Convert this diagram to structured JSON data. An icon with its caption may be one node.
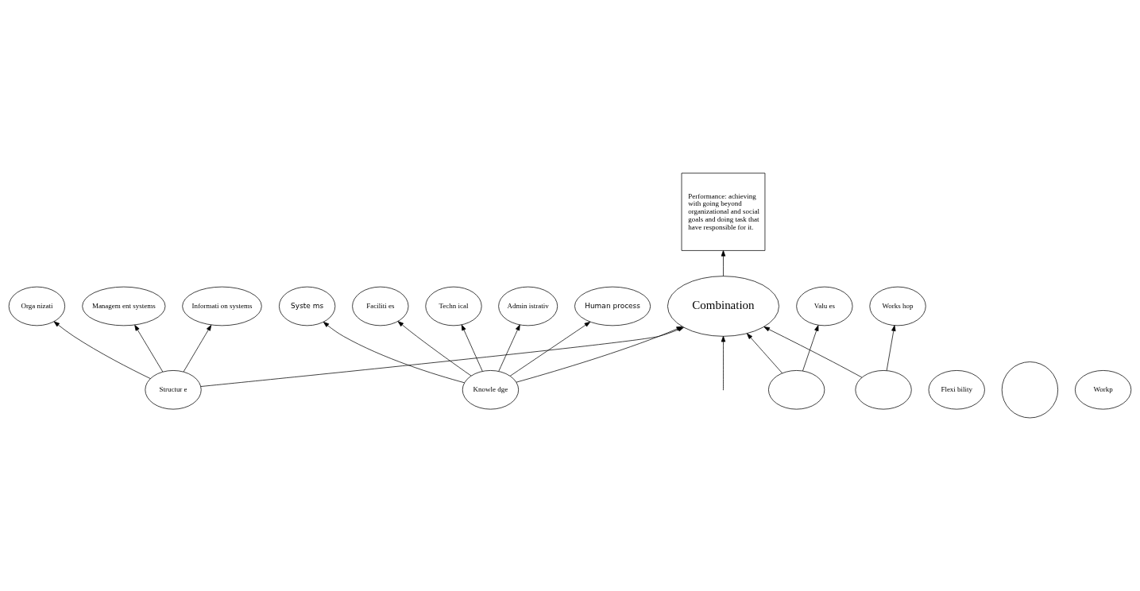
{
  "diagram": {
    "nodes": [
      {
        "text": [
          "Orga nizati"
        ]
      },
      {
        "text": [
          "Performance: achieving with going beyond organizational and social goals and doing task that have responsible for it."
        ]
      },
      {
        "text": [
          "Managem ent systems"
        ]
      },
      {
        "text": [
          "Techn ical"
        ]
      },
      {
        "text": [
          "Admin istrativ"
        ]
      },
      {
        "text": [
          "Informati on systems"
        ]
      },
      {
        "text": [
          "Structur e"
        ]
      },
      {
        "text": [
          "Knowle dge"
        ]
      },
      {
        "text": [
          "Human process"
        ]
      },
      {
        "text": [
          "Flexi bility"
        ]
      },
      {
        "text": [
          "Syste ms"
        ]
      },
      {
        "text": [
          "Faciliti es"
        ]
      },
      {
        "text": [
          "Valu es"
        ]
      },
      {
        "text": [
          "Combination"
        ]
      },
      {
        "text": [
          "Works hop"
        ]
      },
      {
        "text": [],
        "shape": "circle"
      },
      {
        "text": [],
        "shape": "ellipse"
      },
      {
        "text": [],
        "shape": "ellipse"
      },
      {
        "text": [
          "Workp"
        ]
      }
    ],
    "edges": [
      {
        "from": 6,
        "to": 0,
        "arrow": "to"
      },
      {
        "from": 6,
        "to": 2,
        "arrow": "to"
      },
      {
        "from": 6,
        "to": 5,
        "arrow": "to"
      },
      {
        "from": 6,
        "to": 13,
        "arrow": "to"
      },
      {
        "from": 13,
        "to": 1,
        "arrow": "to"
      },
      {
        "from": 7,
        "to": 3,
        "arrow": "to"
      },
      {
        "from": 7,
        "to": 4,
        "arrow": "to"
      },
      {
        "from": 7,
        "to": 8,
        "arrow": "to"
      },
      {
        "from": 7,
        "to": 10,
        "arrow": "to"
      },
      {
        "from": 7,
        "to": 11,
        "arrow": "to"
      },
      {
        "from": 7,
        "to": 13,
        "arrow": "to"
      },
      {
        "from": 16,
        "to": 12,
        "arrow": "to"
      },
      {
        "from": 16,
        "to": 13,
        "arrow": "to"
      },
      {
        "from": null,
        "to": 13,
        "arrow": "to"
      },
      {
        "from": 17,
        "to": 13,
        "arrow": "to"
      },
      {
        "from": 17,
        "to": 14,
        "arrow": "to"
      }
    ]
  }
}
